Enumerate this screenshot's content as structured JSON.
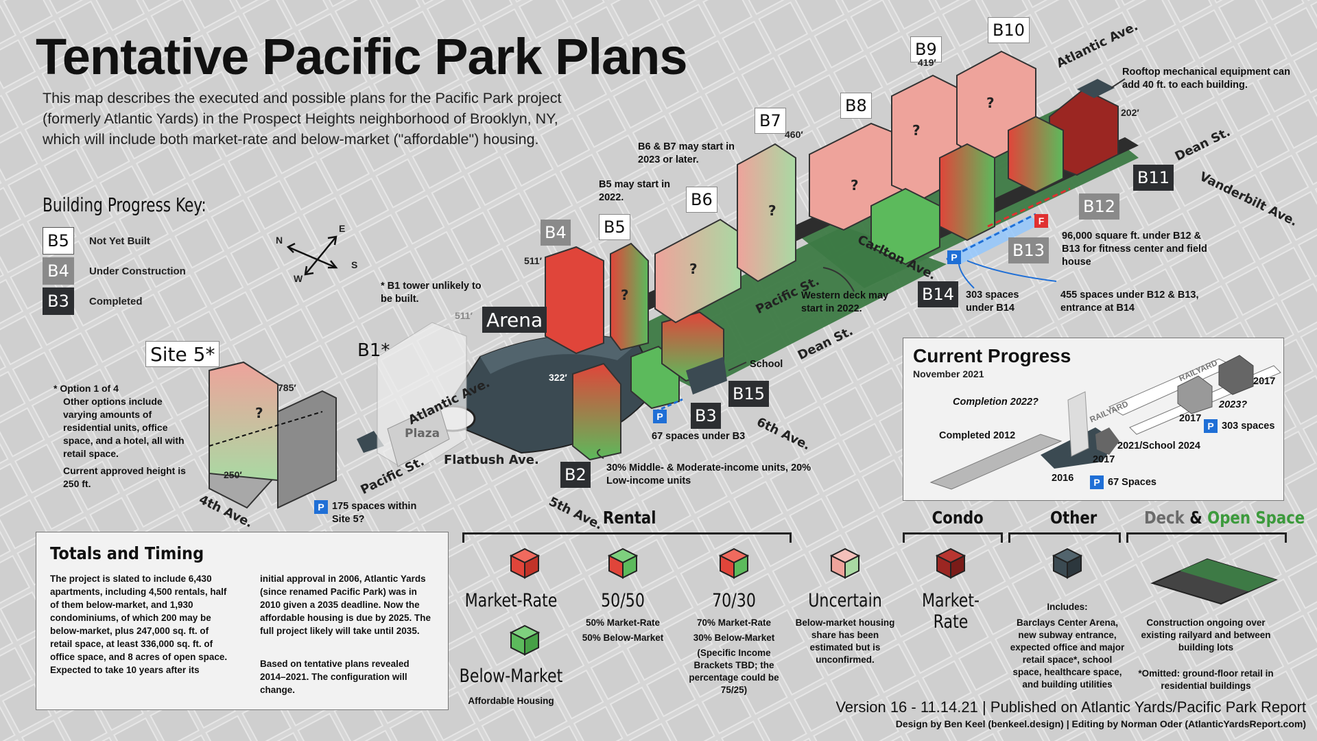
{
  "title": "Tentative Pacific Park Plans",
  "intro": "This map describes the executed and possible plans for the Pacific Park project (formerly Atlantic Yards) in the Prospect Heights neighborhood of Brooklyn, NY, which will include both market-rate and below-market (\"affordable\") housing.",
  "key": {
    "heading": "Building Progress Key:",
    "items": [
      {
        "tag": "B5",
        "label": "Not Yet Built"
      },
      {
        "tag": "B4",
        "label": "Under Construction"
      },
      {
        "tag": "B3",
        "label": "Completed"
      }
    ]
  },
  "compass": {
    "n": "N",
    "e": "E",
    "s": "S",
    "w": "W"
  },
  "buildings": {
    "b1": "B1*",
    "b2": "B2",
    "b3": "B3",
    "b4": "B4",
    "b5": "B5",
    "b6": "B6",
    "b7": "B7",
    "b8": "B8",
    "b9": "B9",
    "b10": "B10",
    "b11": "B11",
    "b12": "B12",
    "b13": "B13",
    "b14": "B14",
    "b15": "B15",
    "site5": "Site 5*",
    "arena": "Arena"
  },
  "streets": {
    "atlantic_top": "Atlantic Ave.",
    "atlantic_mid": "Atlantic Ave.",
    "dean_top": "Dean St.",
    "dean_mid": "Dean St.",
    "vanderbilt": "Vanderbilt Ave.",
    "carlton": "Carlton Ave.",
    "pacific_mid": "Pacific St.",
    "pacific_low": "Pacific St.",
    "sixth": "6th Ave.",
    "fifth": "5th Ave.",
    "fourth": "4th Ave.",
    "flatbush": "Flatbush Ave.",
    "plaza": "Plaza"
  },
  "heights": {
    "h419": "419′",
    "h460": "460′",
    "h511a": "511′",
    "h511b": "511′",
    "h322": "322′",
    "h785": "785′",
    "h250": "250′",
    "h202": "202′"
  },
  "notes": {
    "rooftop": "Rooftop mechanical equipment can add 40 ft. to each building.",
    "b6b7": "B6 & B7 may start in 2023 or later.",
    "b5": "B5 may start in 2022.",
    "b1": "* B1 tower unlikely to be built.",
    "site5": "* Option 1 of 4",
    "site5_detail": "Other options include varying amounts of residential units, office space, and a hotel, all with retail space.",
    "site5_height": "Current approved height is 250 ft.",
    "site5_parking": "175 spaces within Site 5?",
    "western_deck": "Western deck may start in 2022.",
    "school": "School",
    "b3_parking": "67 spaces under B3",
    "b2_units": "30% Middle- & Moderate-income units, 20% Low-income units",
    "fitness": "96,000 square ft. under B12 & B13 for fitness center and field house",
    "b14_parking": "303 spaces under B14",
    "b12_parking": "455 spaces under B12 & B13, entrance at B14",
    "p": "P",
    "f": "F",
    "q": "?"
  },
  "progress": {
    "title": "Current Progress",
    "date": "November 2021",
    "completion": "Completion 2022?",
    "completed2012": "Completed 2012",
    "y2016": "2016",
    "y2017a": "2017",
    "y2017b": "2017",
    "y2017c": "2017",
    "y2021": "2021/School 2024",
    "y2023": "2023?",
    "railyard1": "RAILYARD",
    "railyard2": "RAILYARD",
    "p303": "303 spaces",
    "p67": "67 Spaces"
  },
  "totals": {
    "title": "Totals and Timing",
    "col1": "The project is slated to include 6,430 apartments, including 4,500 rentals, half of them below-market, and 1,930 condominiums, of which 200 may be below-market, plus 247,000 sq. ft. of retail space, at least 336,000 sq. ft. of office space, and 8 acres of open space. Expected to take 10 years after its",
    "col2a": "initial approval in 2006, Atlantic Yards (since renamed Pacific Park) was in 2010 given a 2035 deadline. Now the affordable housing is due by 2025. The full project likely will take until 2035.",
    "col2b": "Based on tentative plans revealed 2014–2021. The configuration will change."
  },
  "legend": {
    "rental": "Rental",
    "condo": "Condo",
    "other": "Other",
    "deck": "Deck",
    "amp": "&",
    "open_space": "Open Space",
    "market_rate": "Market-Rate",
    "below_market": "Below-Market",
    "affordable": "Affordable Housing",
    "fifty": "50/50",
    "fifty_desc1": "50% Market-Rate",
    "fifty_desc2": "50% Below-Market",
    "seventy": "70/30",
    "seventy_desc1": "70% Market-Rate",
    "seventy_desc2": "30% Below-Market",
    "seventy_note": "(Specific Income Brackets TBD; the percentage could be 75/25)",
    "uncertain": "Uncertain",
    "uncertain_desc": "Below-market housing share has been estimated but is unconfirmed.",
    "condo_market": "Market-Rate",
    "includes": "Includes:",
    "other_desc": "Barclays Center Arena, new subway entrance, expected office and major retail space*, school space, healthcare space, and building utilities",
    "deck_desc": "Construction ongoing over existing railyard and between building lots",
    "omitted": "*Omitted: ground-floor retail in residential buildings"
  },
  "footer": {
    "version": "Version 16 - 11.14.21 | Published on Atlantic Yards/Pacific Park Report",
    "credits": "Design by Ben Keel (benkeel.design) | Editing by Norman Oder (AtlanticYardsReport.com)"
  },
  "colors": {
    "market": "#e0453a",
    "below": "#5cba5c",
    "uncertain": "#eea39b",
    "condo": "#9b2622",
    "other": "#3b4a52",
    "deck": "#3d7a45",
    "parking": "#1f6fd6"
  }
}
